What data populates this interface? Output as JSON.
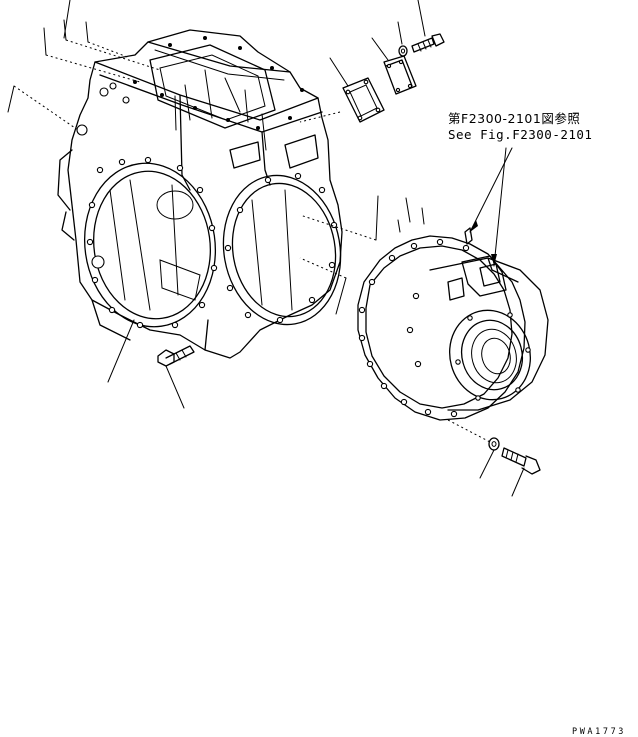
{
  "reference": {
    "japanese": "第F2300-2101図参照",
    "english": "See Fig.F2300-2101"
  },
  "drawing_code": "PWA1773",
  "colors": {
    "line": "#000000",
    "background": "#ffffff"
  },
  "parts": [
    "transmission-case",
    "cover-plate",
    "gasket",
    "bolt",
    "washer",
    "drain-plug",
    "retainer-housing",
    "flange-bolt",
    "seal-washer"
  ]
}
